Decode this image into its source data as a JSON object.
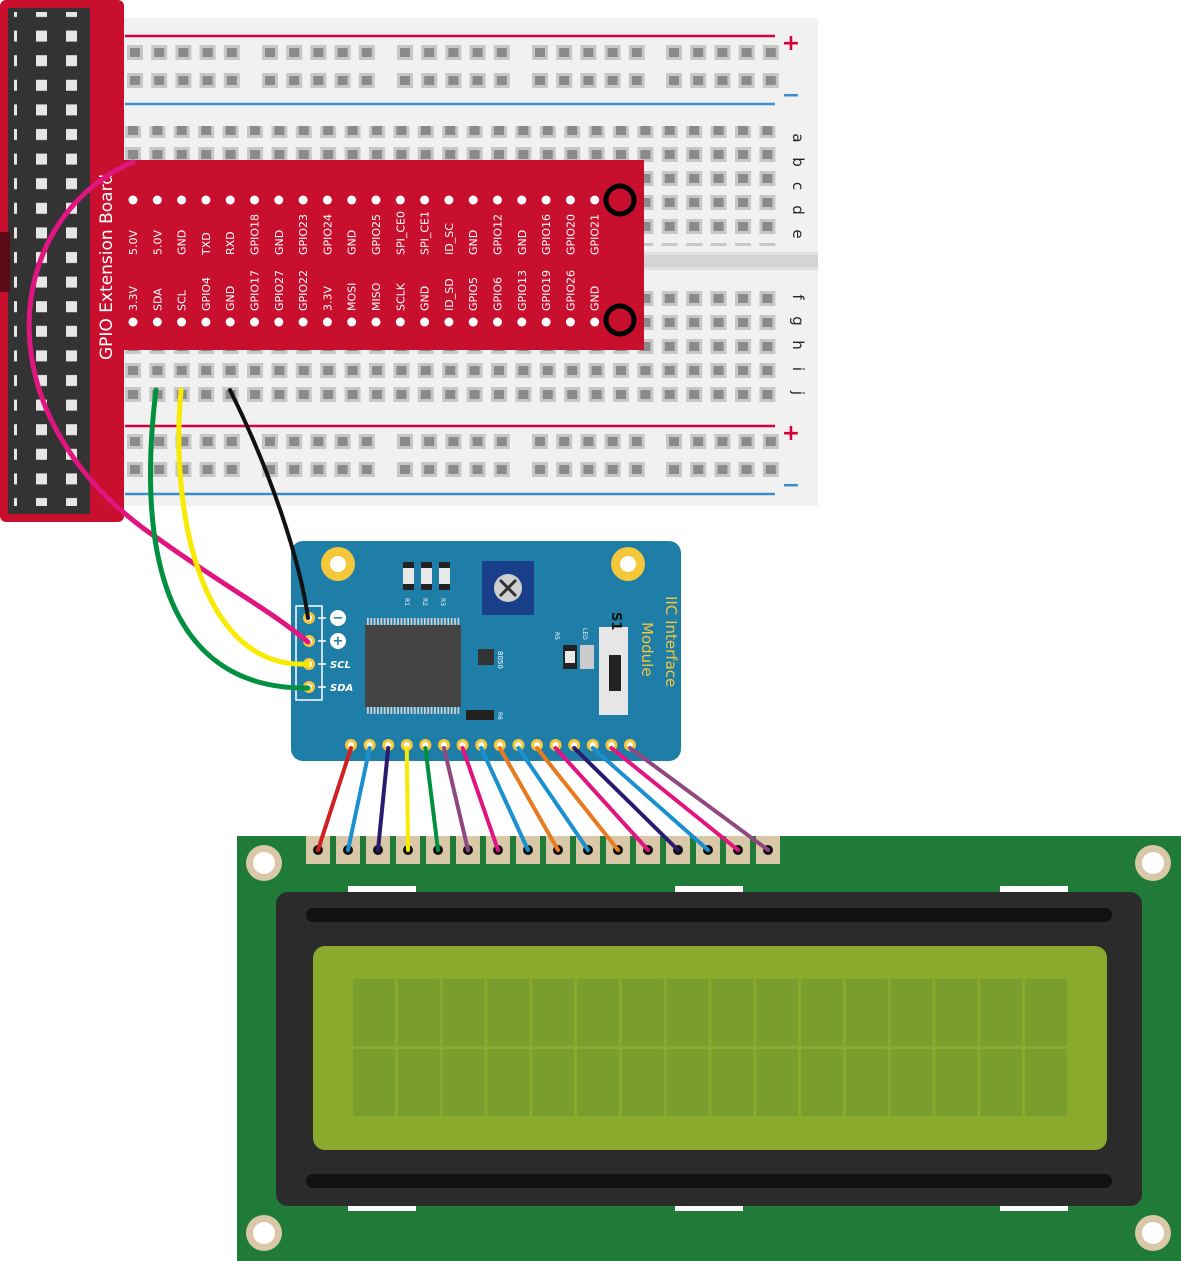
{
  "gpio_board": {
    "title": "GPIO Extension Board",
    "top_row": [
      "5.0V",
      "5.0V",
      "GND",
      "TXD",
      "RXD",
      "GPIO18",
      "GND",
      "GPIO23",
      "GPIO24",
      "GND",
      "GPIO25",
      "SPI_CE0",
      "SPI_CE1",
      "ID_SC",
      "GND",
      "GPIO12",
      "GND",
      "GPIO16",
      "GPIO20",
      "GPIO21"
    ],
    "bottom_row": [
      "3.3V",
      "SDA",
      "SCL",
      "GPIO4",
      "GND",
      "GPIO17",
      "GPIO27",
      "GPIO22",
      "3.3V",
      "MOSI",
      "MISO",
      "SCLK",
      "GND",
      "ID_SD",
      "GPIO5",
      "GPIO6",
      "GPIO13",
      "GPIO19",
      "GPIO26",
      "GND"
    ]
  },
  "breadboard": {
    "row_letters_top": [
      "a",
      "b",
      "c",
      "d",
      "e"
    ],
    "row_letters_bottom": [
      "f",
      "g",
      "h",
      "i",
      "j"
    ],
    "plus": "+",
    "minus": "−"
  },
  "i2c_module": {
    "title_line1": "IIC Interface",
    "title_line2": "Module",
    "switch_label": "S1",
    "pins": [
      "−",
      "+",
      "SCL",
      "SDA"
    ],
    "chip_label": "8050",
    "resistors": [
      "R1",
      "R2",
      "R3"
    ],
    "r5": "R5",
    "led": "LED",
    "r6": "R6"
  },
  "colors": {
    "pi_red": "#c8102e",
    "module_blue": "#1f7ea8",
    "lcd_green": "#207a38",
    "lcd_screen": "#8aaa2e",
    "wire_pink": "#e0157f",
    "wire_yellow": "#f8ea00",
    "wire_green": "#009040",
    "wire_black": "#111111"
  }
}
